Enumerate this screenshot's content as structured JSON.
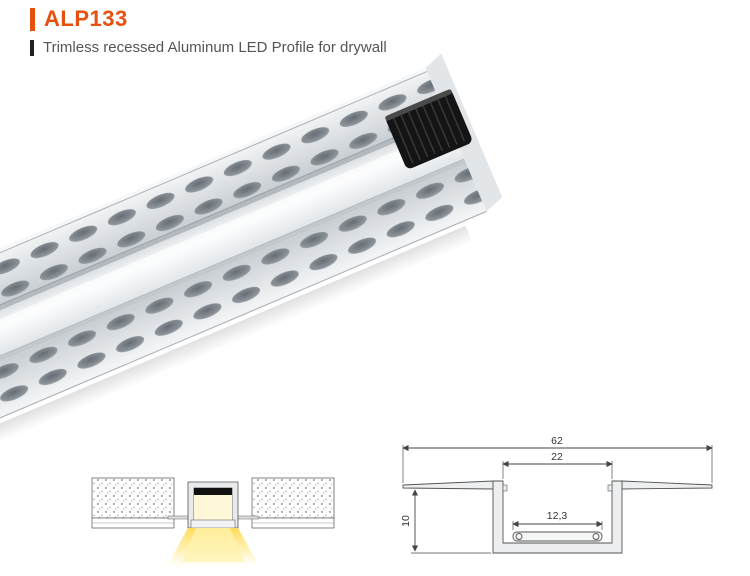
{
  "header": {
    "model": "ALP133",
    "subtitle": "Trimless recessed Aluminum LED Profile for drywall",
    "accent_color": "#e8500f"
  },
  "installation_diagram": {
    "light_color": "#ffd94d"
  },
  "dims": {
    "overall_width": "62",
    "opening_width": "22",
    "depth": "10",
    "inner_width": "12,3"
  }
}
